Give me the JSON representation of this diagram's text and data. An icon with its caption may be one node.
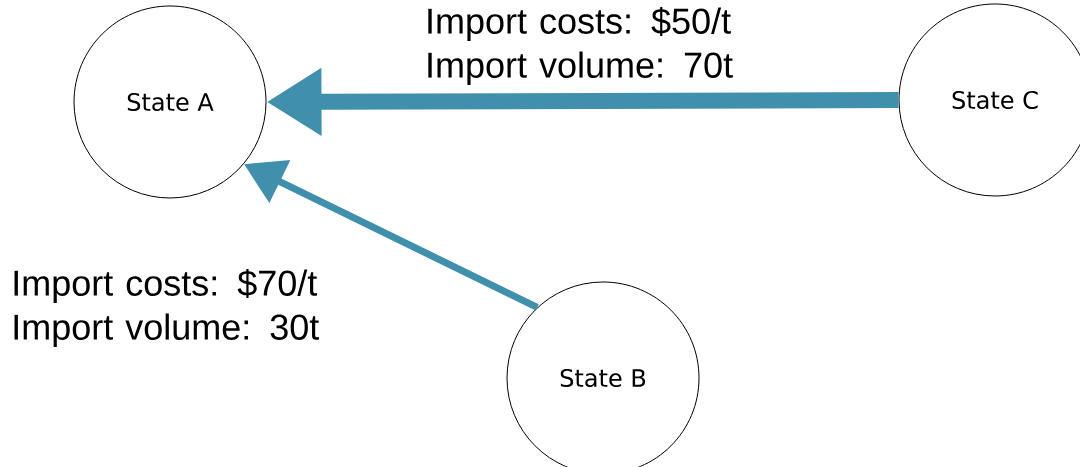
{
  "diagram": {
    "nodes": [
      {
        "text": [
          "State A"
        ]
      },
      {
        "text": [
          "State C"
        ]
      },
      {
        "text": [
          "State B"
        ]
      }
    ],
    "edges": [
      {
        "from": 1,
        "to": 0,
        "arrow": "to",
        "label": "Import costs: $50/t Import volume: 70t",
        "style": "thick"
      },
      {
        "from": 2,
        "to": 0,
        "arrow": "to",
        "label": "Import costs: $70/t Import volume: 30t"
      }
    ]
  }
}
